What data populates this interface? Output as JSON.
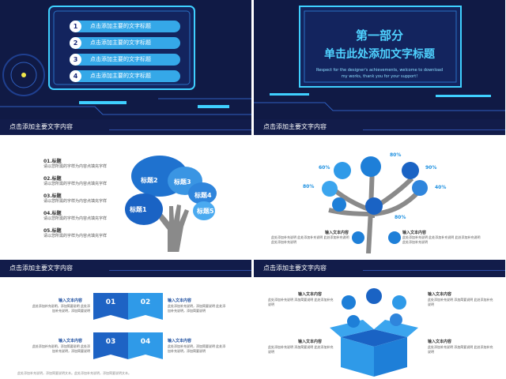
{
  "slide1": {
    "menu": [
      {
        "num": "1",
        "label": "点击添加主要的文字标题"
      },
      {
        "num": "2",
        "label": "点击添加主要的文字标题"
      },
      {
        "num": "3",
        "label": "点击添加主要的文字标题"
      },
      {
        "num": "4",
        "label": "点击添加主要的文字标题"
      }
    ],
    "footer": "点击添加主要文字内容"
  },
  "slide2": {
    "title": "第一部分",
    "subtitle": "单击此处添加文字标题",
    "tagline1": "Respect for the designer's achievements, welcome to download",
    "tagline2": "my works, thank you for your support!",
    "footer": "点击添加主要文字内容"
  },
  "slide3": {
    "items": [
      {
        "title": "01.标题",
        "desc": "请以您所需的字样为内容点填充字样"
      },
      {
        "title": "02.标题",
        "desc": "请以您所需的字样为内容点填充字样"
      },
      {
        "title": "03.标题",
        "desc": "请以您所需的字样为内容点填充字样"
      },
      {
        "title": "04.标题",
        "desc": "请以您所需的字样为内容点填充字样"
      },
      {
        "title": "05.标题",
        "desc": "请以您所需的字样为内容点填充字样"
      }
    ],
    "bubbles": [
      "标题2",
      "标题3",
      "标题4",
      "标题1",
      "标题5"
    ],
    "footer": "点击添加主要文字内容"
  },
  "slide4": {
    "percents": [
      "80%",
      "60%",
      "90%",
      "80%",
      "40%",
      "80%"
    ],
    "left_title": "输入文本内容",
    "left_desc": "此处添加补充说明 此处添加补充说明 此处添加补充说明 此处添加补充说明",
    "right_title": "输入文本内容",
    "right_desc": "此处添加补充说明 此处添加补充说明 此处添加补充说明 此处添加补充说明",
    "footer": "点击添加主要文字内容"
  },
  "slide5": {
    "boxes": [
      "01",
      "02",
      "03",
      "04"
    ],
    "labels": [
      {
        "title": "输入文本内容",
        "desc": "此处添加补充说明，添加简要说明 此处添加补充说明，添加简要说明"
      },
      {
        "title": "输入文本内容",
        "desc": "此处添加补充说明，添加简要说明 此处添加补充说明，添加简要说明"
      },
      {
        "title": "输入文本内容",
        "desc": "此处添加补充说明，添加简要说明 此处添加补充说明，添加简要说明"
      },
      {
        "title": "输入文本内容",
        "desc": "此处添加补充说明，添加简要说明 此处添加补充说明，添加简要说明"
      }
    ],
    "bottom": "此处添加补充说明，添加简要说明文本。此处添加补充说明，添加简要说明文本。"
  },
  "slide6": {
    "labels": [
      {
        "title": "输入文本内容",
        "desc": "此处添加补充说明 添加简要说明 此处添加补充说明"
      },
      {
        "title": "输入文本内容",
        "desc": "此处添加补充说明 添加简要说明 此处添加补充说明"
      },
      {
        "title": "输入文本内容",
        "desc": "此处添加补充说明 添加简要说明 此处添加补充说明"
      },
      {
        "title": "输入文本内容",
        "desc": "此处添加补充说明 添加简要说明 此处添加补充说明"
      }
    ]
  },
  "colors": {
    "dark_bg": "#101a45",
    "accent_cyan": "#4fd2ff",
    "accent_blue": "#1e7fd8",
    "menu_blue": "#35a8e8"
  }
}
